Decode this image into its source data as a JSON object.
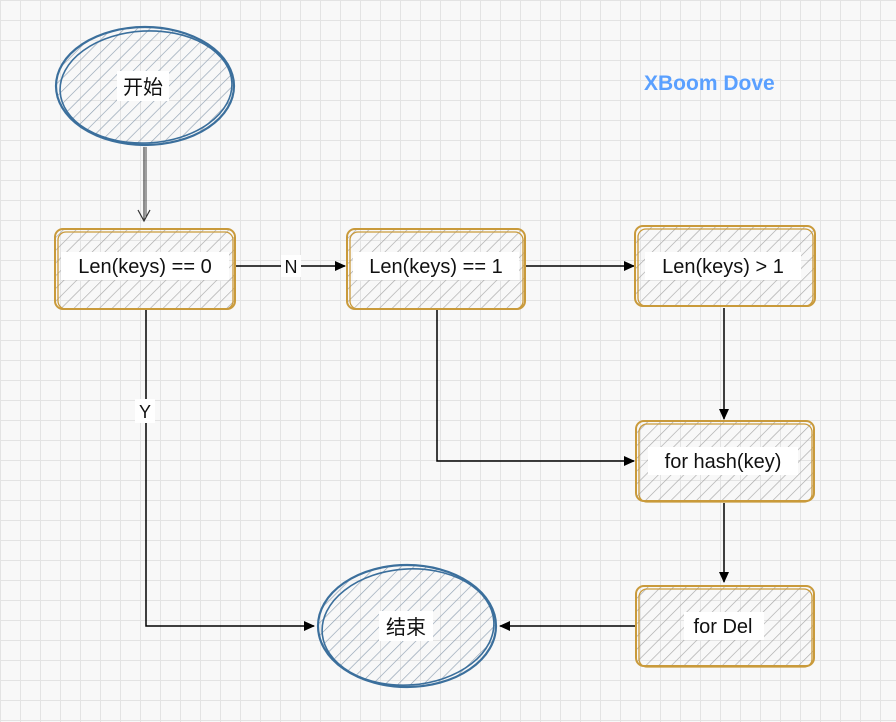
{
  "brand": "XBoom Dove",
  "colors": {
    "ellipse_stroke": "#3b6f9c",
    "rect_stroke": "#c99a3b",
    "hatch_ellipse": "#9aa9b8",
    "hatch_rect": "#a8a8a8",
    "edge": "#000000"
  },
  "nodes": {
    "start": "开始",
    "len0": "Len(keys) == 0",
    "len1": "Len(keys) == 1",
    "lengt1": "Len(keys) > 1",
    "hash": "for hash(key)",
    "del": "for Del",
    "end": "结束"
  },
  "edge_labels": {
    "no": "N",
    "yes": "Y"
  }
}
